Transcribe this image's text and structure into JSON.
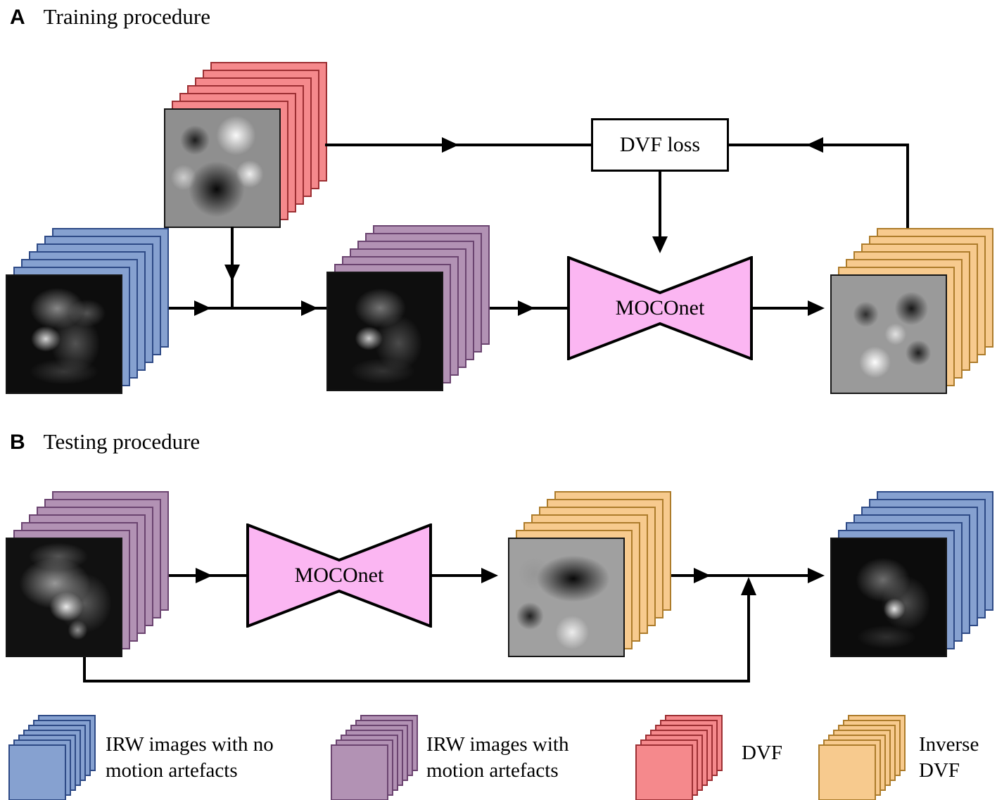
{
  "figure": {
    "panel_a": {
      "label": "A",
      "title": "Training procedure",
      "dvf_loss_label": "DVF loss",
      "moconet_label": "MOCOnet"
    },
    "panel_b": {
      "label": "B",
      "title": "Testing procedure",
      "moconet_label": "MOCOnet"
    }
  },
  "legend": {
    "items": [
      {
        "swatch": "blue",
        "label": "IRW images with no motion artefacts"
      },
      {
        "swatch": "purple",
        "label": "IRW images with motion artefacts"
      },
      {
        "swatch": "red",
        "label": "DVF"
      },
      {
        "swatch": "orange",
        "label": "Inverse DVF"
      }
    ]
  },
  "colors": {
    "blue_fill": "#86a1d0",
    "blue_border": "#2e4a86",
    "red_fill": "#f5898c",
    "red_border": "#9c2f33",
    "purple_fill": "#b292b4",
    "purple_border": "#6b4470",
    "orange_fill": "#f7ca8e",
    "orange_border": "#ad7c2b",
    "moconet_fill": "#fbb6f2",
    "line": "#000000"
  }
}
